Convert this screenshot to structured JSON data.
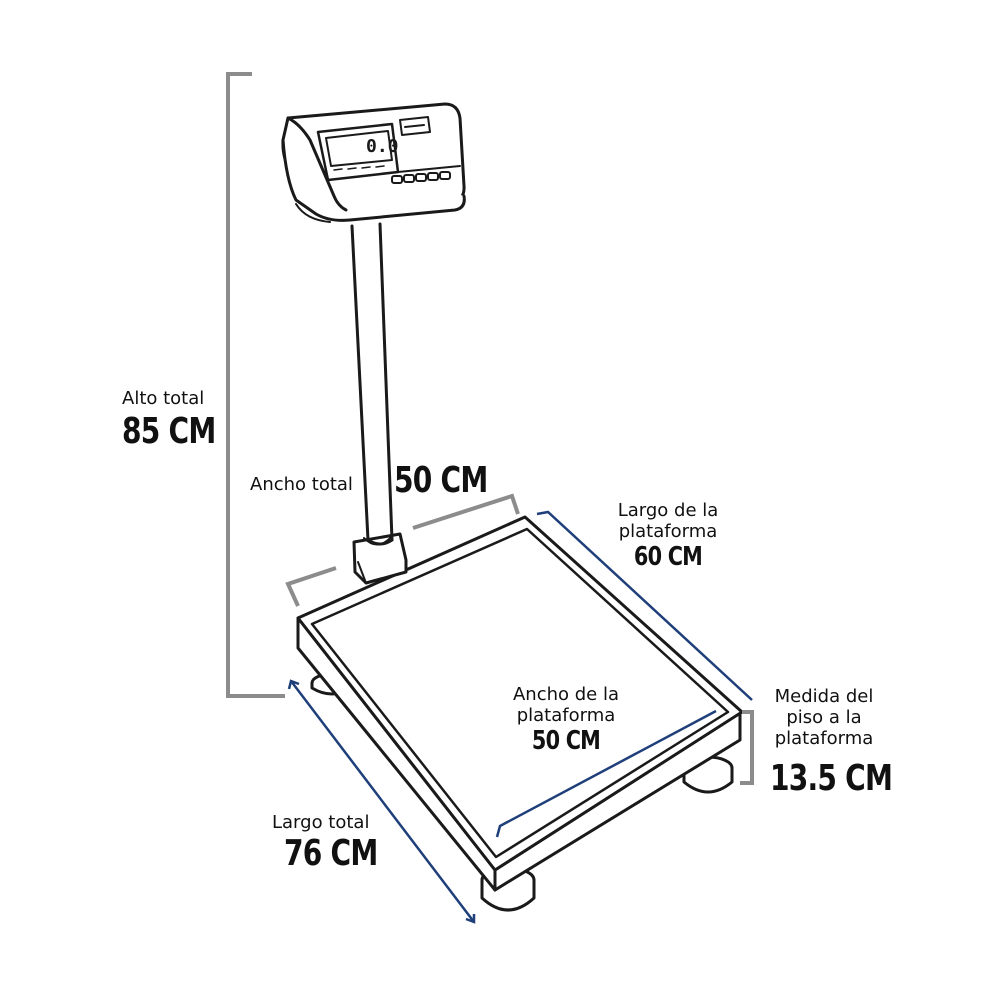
{
  "colors": {
    "outline": "#1a1a1a",
    "gray_dimension": "#8c8c8c",
    "blue_dimension": "#1f3f7a",
    "background": "#ffffff"
  },
  "display": {
    "reading": "0.0"
  },
  "dimensions": {
    "alto_total": {
      "label": "Alto total",
      "value": "85 CM"
    },
    "ancho_total": {
      "label": "Ancho total",
      "value": "50 CM"
    },
    "largo_plataforma": {
      "label_line1": "Largo de la",
      "label_line2": "plataforma",
      "value": "60 CM"
    },
    "ancho_plataforma": {
      "label_line1": "Ancho de la",
      "label_line2": "plataforma",
      "value": "50 CM"
    },
    "medida_piso": {
      "label_line1": "Medida del",
      "label_line2": "piso a la",
      "label_line3": "plataforma",
      "value": "13.5 CM"
    },
    "largo_total": {
      "label": "Largo total",
      "value": "76 CM"
    }
  }
}
